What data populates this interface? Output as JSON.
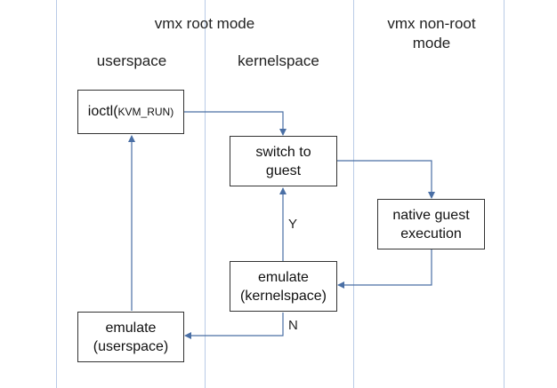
{
  "headers": {
    "vmx_root": "vmx root mode",
    "vmx_nonroot_line1": "vmx non-root",
    "vmx_nonroot_line2": "mode",
    "userspace": "userspace",
    "kernelspace": "kernelspace"
  },
  "boxes": {
    "ioctl_prefix": "ioctl(",
    "ioctl_arg": "KVM_RUN)",
    "switch_line1": "switch to",
    "switch_line2": "guest",
    "native_line1": "native guest",
    "native_line2": "execution",
    "emu_kernel_line1": "emulate",
    "emu_kernel_line2": "(kernelspace)",
    "emu_user_line1": "emulate",
    "emu_user_line2": "(userspace)"
  },
  "edge_labels": {
    "yes": "Y",
    "no": "N"
  },
  "colors": {
    "arrow": "#4a6fa5",
    "lane": "#b9cbe6"
  }
}
